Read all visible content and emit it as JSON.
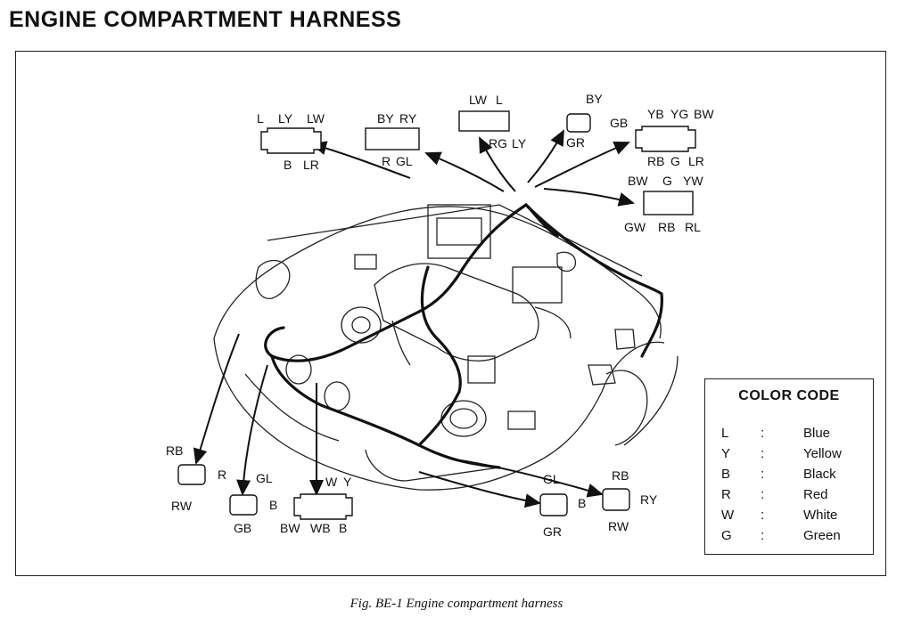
{
  "title": "ENGINE COMPARTMENT HARNESS",
  "caption": "Fig. BE-1  Engine compartment harness",
  "connectors": [
    {
      "id": "c1",
      "labels": [
        "L",
        "LY",
        "LW",
        "B",
        "LR"
      ]
    },
    {
      "id": "c2",
      "labels": [
        "BY",
        "RY",
        "R",
        "GL"
      ]
    },
    {
      "id": "c3",
      "labels": [
        "LW",
        "L",
        "RG",
        "LY"
      ]
    },
    {
      "id": "c4",
      "labels": [
        "BY",
        "GB",
        "GR"
      ]
    },
    {
      "id": "c5",
      "labels": [
        "YB",
        "YG",
        "BW",
        "RB",
        "G",
        "LR"
      ]
    },
    {
      "id": "c6",
      "labels": [
        "BW",
        "G",
        "YW",
        "GW",
        "RB",
        "RL"
      ]
    },
    {
      "id": "c7",
      "labels": [
        "RB",
        "R",
        "RW"
      ]
    },
    {
      "id": "c8",
      "labels": [
        "GL",
        "B",
        "GB"
      ]
    },
    {
      "id": "c9",
      "labels": [
        "W",
        "Y",
        "BW",
        "WB",
        "B"
      ]
    },
    {
      "id": "c10",
      "labels": [
        "GL",
        "B",
        "GR"
      ]
    },
    {
      "id": "c11",
      "labels": [
        "RB",
        "RY",
        "RW"
      ]
    }
  ],
  "color_code": {
    "title": "COLOR CODE",
    "rows": [
      {
        "code": "L",
        "sep": ":",
        "name": "Blue"
      },
      {
        "code": "Y",
        "sep": ":",
        "name": "Yellow"
      },
      {
        "code": "B",
        "sep": ":",
        "name": "Black"
      },
      {
        "code": "R",
        "sep": ":",
        "name": "Red"
      },
      {
        "code": "W",
        "sep": ":",
        "name": "White"
      },
      {
        "code": "G",
        "sep": ":",
        "name": "Green"
      }
    ]
  }
}
